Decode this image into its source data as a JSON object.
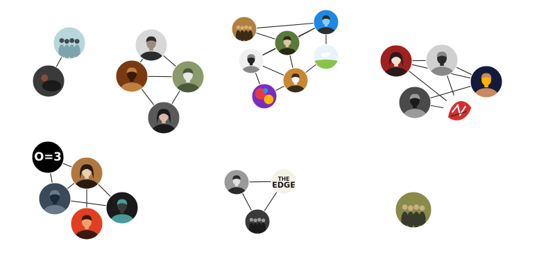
{
  "graph": {
    "background": "#ffffff",
    "edge_color": "#222222",
    "clusters": [
      {
        "nodes": [
          {
            "id": "a1",
            "icon": "group-photo-icon",
            "colors": [
              "#b9d6dd",
              "#7da4ad",
              "#3d4b52"
            ]
          },
          {
            "id": "a2",
            "icon": "dark-photo-icon",
            "colors": [
              "#3a3a3a",
              "#1a1a1a",
              "#8a4a3a"
            ]
          }
        ],
        "edges": [
          [
            "a1",
            "a2"
          ]
        ]
      },
      {
        "nodes": [
          {
            "id": "b1",
            "icon": "portrait-man-icon",
            "colors": [
              "#d8d8d8",
              "#9a8b80",
              "#2c2c2c"
            ]
          },
          {
            "id": "b2",
            "icon": "portrait-man-icon",
            "colors": [
              "#7a3a10",
              "#3a1a08",
              "#c08040"
            ]
          },
          {
            "id": "b3",
            "icon": "portrait-man-icon",
            "colors": [
              "#8a9a6a",
              "#e8e8e8",
              "#4a5a3a"
            ]
          },
          {
            "id": "b4",
            "icon": "portrait-woman-icon",
            "colors": [
              "#5a5a5a",
              "#d8b8a8",
              "#1a1a1a"
            ]
          }
        ],
        "edges": [
          [
            "b1",
            "b2"
          ],
          [
            "b1",
            "b3"
          ],
          [
            "b2",
            "b3"
          ],
          [
            "b2",
            "b4"
          ],
          [
            "b3",
            "b4"
          ]
        ]
      },
      {
        "nodes": [
          {
            "id": "c1",
            "icon": "group-photo-icon",
            "colors": [
              "#b08040",
              "#3a2a18",
              "#d8b070"
            ]
          },
          {
            "id": "c2",
            "icon": "portrait-man-icon",
            "colors": [
              "#1e88e5",
              "#90caf9",
              "#2d2d2d"
            ]
          },
          {
            "id": "c3",
            "icon": "portrait-man-icon",
            "colors": [
              "#5a7a3a",
              "#d8c8a0",
              "#2a2a1a"
            ]
          },
          {
            "id": "c4",
            "icon": "portrait-man-icon",
            "colors": [
              "#f0f0f0",
              "#222222",
              "#888888"
            ]
          },
          {
            "id": "c5",
            "icon": "landscape-placeholder-icon",
            "colors": [
              "#e8f4fb",
              "#8bc34a",
              "#ffffff"
            ]
          },
          {
            "id": "c6",
            "icon": "portrait-man-icon",
            "colors": [
              "#c88830",
              "#f5f5f5",
              "#3a2a1a"
            ]
          },
          {
            "id": "c7",
            "icon": "colorful-art-icon",
            "colors": [
              "#7b2cbf",
              "#e63946",
              "#ffb703"
            ]
          }
        ],
        "edges": [
          [
            "c1",
            "c2"
          ],
          [
            "c1",
            "c3"
          ],
          [
            "c3",
            "c2"
          ],
          [
            "c4",
            "c2"
          ],
          [
            "c2",
            "c5"
          ],
          [
            "c3",
            "c4"
          ],
          [
            "c3",
            "c6"
          ],
          [
            "c4",
            "c6"
          ],
          [
            "c4",
            "c7"
          ],
          [
            "c6",
            "c5"
          ],
          [
            "c6",
            "c7"
          ]
        ]
      },
      {
        "nodes": [
          {
            "id": "d1",
            "icon": "portrait-woman-icon",
            "colors": [
              "#a02020",
              "#f0e0d0",
              "#2a1a1a"
            ]
          },
          {
            "id": "d2",
            "icon": "portrait-man-icon",
            "colors": [
              "#d0d0d0",
              "#2a2a2a",
              "#888888"
            ]
          },
          {
            "id": "d3",
            "icon": "portrait-man-icon",
            "colors": [
              "#141a3a",
              "#ffb300",
              "#c88860"
            ]
          },
          {
            "id": "d4",
            "icon": "portrait-man-icon",
            "colors": [
              "#4a4a4a",
              "#1a1a1a",
              "#9a9a9a"
            ]
          },
          {
            "id": "d5",
            "icon": "red-logo-icon",
            "colors": [
              "#ffffff",
              "#d32f2f",
              "#1a1a1a"
            ]
          }
        ],
        "edges": [
          [
            "d1",
            "d2"
          ],
          [
            "d2",
            "d3"
          ],
          [
            "d1",
            "d3"
          ],
          [
            "d1",
            "d5"
          ],
          [
            "d2",
            "d5"
          ],
          [
            "d4",
            "d3"
          ],
          [
            "d4",
            "d5"
          ]
        ]
      },
      {
        "nodes": [
          {
            "id": "e1",
            "icon": "text-logo-icon",
            "colors": [
              "#000000",
              "#ffffff",
              "#000000"
            ],
            "text": "O=3"
          },
          {
            "id": "e2",
            "icon": "portrait-woman-icon",
            "colors": [
              "#b07840",
              "#e8d0b0",
              "#2a1a10"
            ]
          },
          {
            "id": "e3",
            "icon": "portrait-man-icon",
            "colors": [
              "#3a4a5a",
              "#1a2a3a",
              "#6a7a8a"
            ]
          },
          {
            "id": "e4",
            "icon": "portrait-man-icon",
            "colors": [
              "#1a1a1a",
              "#3a3a3a",
              "#4a9a9a"
            ]
          },
          {
            "id": "e5",
            "icon": "portrait-man-icon",
            "colors": [
              "#e04020",
              "#f0a070",
              "#3a1a10"
            ]
          }
        ],
        "edges": [
          [
            "e1",
            "e2"
          ],
          [
            "e1",
            "e3"
          ],
          [
            "e2",
            "e3"
          ],
          [
            "e2",
            "e4"
          ],
          [
            "e2",
            "e5"
          ],
          [
            "e3",
            "e4"
          ]
        ]
      },
      {
        "nodes": [
          {
            "id": "f1",
            "icon": "portrait-man-icon",
            "colors": [
              "#9a9a9a",
              "#e0e0e0",
              "#2a2a2a"
            ]
          },
          {
            "id": "f2",
            "icon": "text-logo-icon",
            "colors": [
              "#f5f0e8",
              "#1a1a1a",
              "#f5f0e8"
            ],
            "text": "THE EDGE"
          },
          {
            "id": "f3",
            "icon": "group-photo-icon",
            "colors": [
              "#3a3a3a",
              "#1a1a1a",
              "#9a9a9a"
            ]
          }
        ],
        "edges": [
          [
            "f1",
            "f2"
          ],
          [
            "f1",
            "f3"
          ],
          [
            "f2",
            "f3"
          ]
        ]
      },
      {
        "nodes": [
          {
            "id": "g1",
            "icon": "group-photo-icon",
            "colors": [
              "#8a8a4a",
              "#3a3a2a",
              "#c8b080"
            ]
          }
        ],
        "edges": []
      }
    ]
  }
}
